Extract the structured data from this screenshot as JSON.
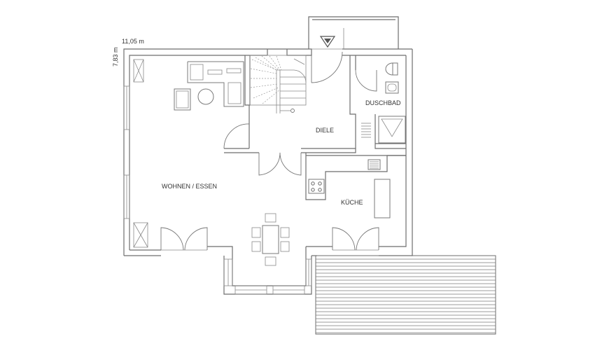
{
  "dimensions": {
    "width_label": "11,05 m",
    "depth_label": "7,83 m"
  },
  "rooms": {
    "living": "WOHNEN / ESSEN",
    "hall": "DIELE",
    "shower_bath": "DUSCHBAD",
    "kitchen": "KÜCHE"
  },
  "colors": {
    "wall": "#6e6e6e",
    "fixture": "#7a7a7a",
    "text": "#333333",
    "background": "#ffffff"
  }
}
